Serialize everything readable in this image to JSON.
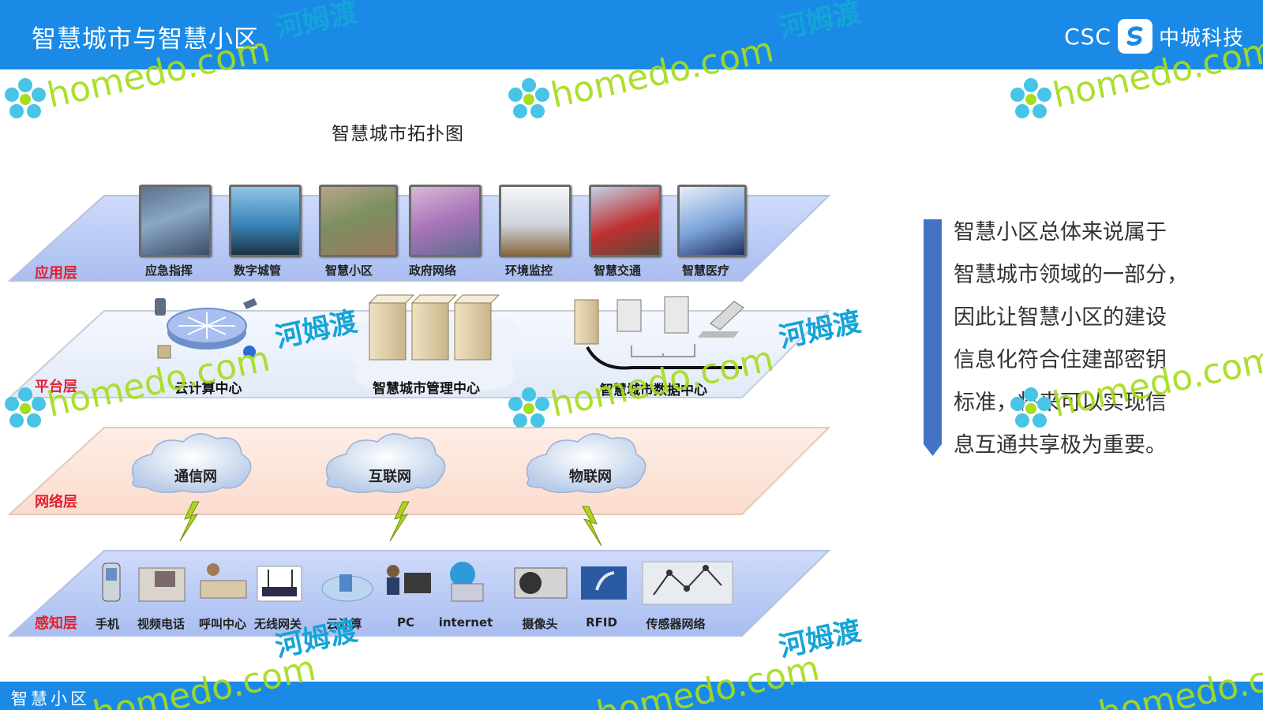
{
  "header": {
    "title": "智慧城市与智慧小区",
    "brand_code": "CSC",
    "brand_name": "中城科技"
  },
  "footer": {
    "label": "智慧小区"
  },
  "diagram": {
    "title": "智慧城市拓扑图",
    "layers": [
      {
        "name": "应用层",
        "items": [
          "应急指挥",
          "数字城管",
          "智慧小区",
          "政府网络",
          "环境监控",
          "智慧交通",
          "智慧医疗"
        ]
      },
      {
        "name": "平台层",
        "items": [
          "云计算中心",
          "智慧城市管理中心",
          "智慧城市数据中心"
        ]
      },
      {
        "name": "网络层",
        "items": [
          "通信网",
          "互联网",
          "物联网"
        ]
      },
      {
        "name": "感知层",
        "items": [
          "手机",
          "视频电话",
          "呼叫中心",
          "无线网关",
          "云计算",
          "PC",
          "internet",
          "摄像头",
          "RFID",
          "传感器网络"
        ]
      }
    ]
  },
  "description": {
    "lines": [
      "智慧小区总体来说属于",
      "智慧城市领域的一部分，",
      "因此让智慧小区的建设",
      "信息化符合住建部密钥",
      "标准，将来可以实现信",
      "息互通共享极为重要。"
    ]
  },
  "watermarks": {
    "latin": "homedo.com",
    "cn": "河姆渡"
  },
  "colors": {
    "header": "#1a8ae6",
    "accent": "#4472c4",
    "app_layer": "#c5d3f8",
    "platform_layer": "#eef3fc",
    "network_layer": "#fde8dc",
    "perception_layer": "#c5d3f8",
    "label_red": "#e0202e"
  }
}
